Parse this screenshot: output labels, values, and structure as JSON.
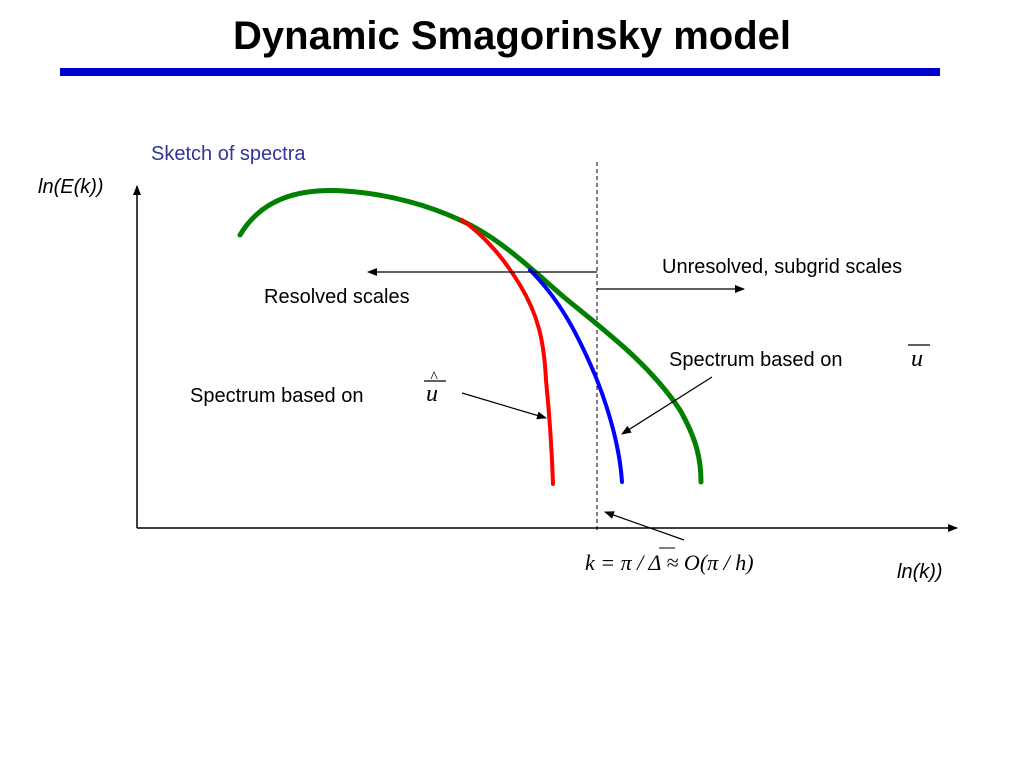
{
  "slide": {
    "title": "Dynamic Smagorinsky model",
    "rule_color": "#0000cc"
  },
  "diagram": {
    "subtitle": "Sketch of spectra",
    "y_axis_label": "ln(E(k))",
    "x_axis_label": "ln(k))",
    "labels": {
      "unresolved": "Unresolved, subgrid scales",
      "resolved": "Resolved scales",
      "spectrum_u_bar": "Spectrum  based on",
      "spectrum_u_hat": "Spectrum based on"
    },
    "math": {
      "u_symbol": "u",
      "hat_mark": "^",
      "cutoff_formula": "k = π / Δ ≈ O(π / h)"
    },
    "colors": {
      "subtitle": "#333399",
      "full_spectrum": "#008000",
      "filtered_u_bar": "#0000ff",
      "test_filtered_u_hat": "#ff0000"
    },
    "curves": [
      "full spectrum",
      "spectrum based on u bar",
      "spectrum based on u hat"
    ]
  }
}
